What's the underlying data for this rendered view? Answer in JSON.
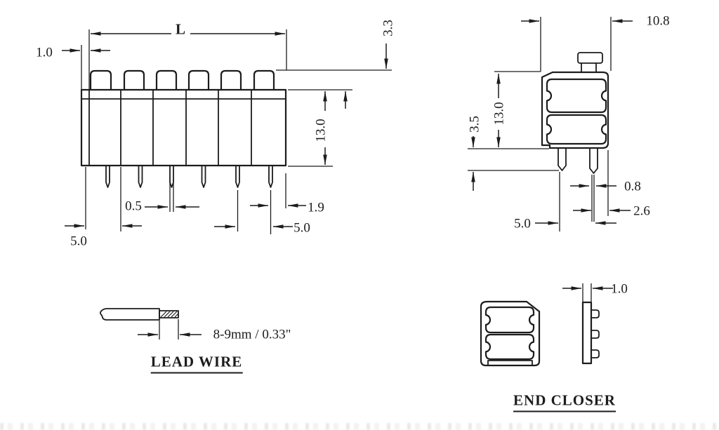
{
  "colors": {
    "ink": "#1c1c1c",
    "paper": "#ffffff"
  },
  "drawing": {
    "front_view": {
      "dim_length": "L",
      "dim_end_wall": "1.0",
      "dim_button_height": "3.3",
      "dim_body_height": "13.0",
      "dim_pin_width": "0.5",
      "dim_last_pin_to_end": "1.9",
      "dim_pin_pitch": "5.0",
      "dim_first_pitch": "5.0"
    },
    "side_view": {
      "dim_depth": "10.8",
      "dim_body_height": "13.0",
      "dim_pin_length": "3.5",
      "dim_pin_width": "0.8",
      "dim_pin_to_edge": "2.6",
      "dim_pin_pitch": "5.0"
    },
    "lead_wire": {
      "title": "LEAD WIRE",
      "dim_strip_length": "8-9mm / 0.33\""
    },
    "end_closer": {
      "title": "END CLOSER",
      "dim_thickness": "1.0"
    }
  }
}
